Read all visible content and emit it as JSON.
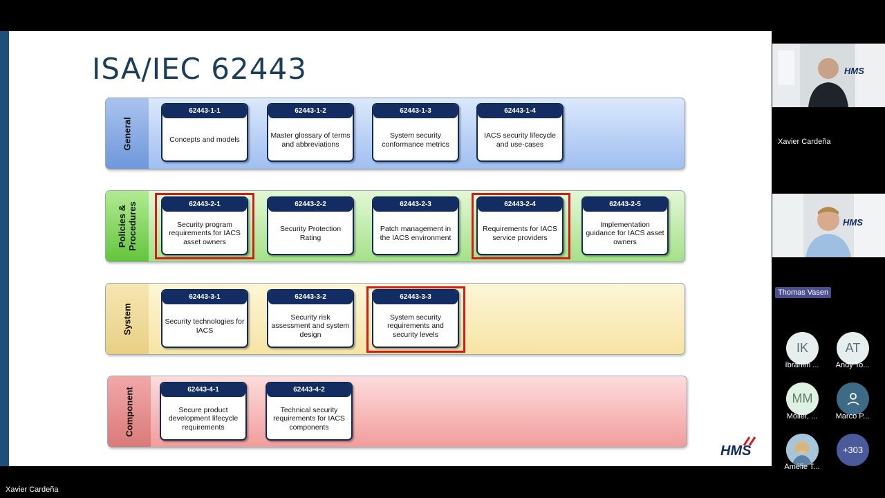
{
  "slide": {
    "title": "ISA/IEC 62443",
    "bands": [
      {
        "label": "General",
        "cards": [
          {
            "id": "62443-1-1",
            "text": "Concepts and models"
          },
          {
            "id": "62443-1-2",
            "text": "Master glossary of terms and abbreviations"
          },
          {
            "id": "62443-1-3",
            "text": "System security conformance metrics"
          },
          {
            "id": "62443-1-4",
            "text": "IACS security lifecycle and use-cases"
          }
        ]
      },
      {
        "label": "Policies &\nProcedures",
        "cards": [
          {
            "id": "62443-2-1",
            "text": "Security program requirements for IACS asset owners"
          },
          {
            "id": "62443-2-2",
            "text": "Security Protection Rating"
          },
          {
            "id": "62443-2-3",
            "text": "Patch management in the IACS environment"
          },
          {
            "id": "62443-2-4",
            "text": "Requirements for IACS service providers"
          },
          {
            "id": "62443-2-5",
            "text": "Implementation guidance for IACS asset owners"
          }
        ]
      },
      {
        "label": "System",
        "cards": [
          {
            "id": "62443-3-1",
            "text": "Security technologies for IACS"
          },
          {
            "id": "62443-3-2",
            "text": "Security risk assessment and system design"
          },
          {
            "id": "62443-3-3",
            "text": "System security requirements and security levels"
          }
        ]
      },
      {
        "label": "Component",
        "cards": [
          {
            "id": "62443-4-1",
            "text": "Secure product development lifecycle requirements"
          },
          {
            "id": "62443-4-2",
            "text": "Technical security requirements for IACS components"
          }
        ]
      }
    ],
    "highlighted": [
      "62443-2-1",
      "62443-2-4",
      "62443-3-3"
    ],
    "logo_text": "HMS"
  },
  "participants": {
    "video1_name": "Xavier Cardeña",
    "video2_name": "Thomas Vasen",
    "avatars": [
      {
        "initials": "IK",
        "name": "Ibrahim ...",
        "bg": "#e6efee",
        "fg": "#5b6f78"
      },
      {
        "initials": "AT",
        "name": "Andy To...",
        "bg": "#e6efee",
        "fg": "#5b6f78"
      },
      {
        "initials": "MM",
        "name": "Möller, ...",
        "bg": "#dff1e3",
        "fg": "#5f7d66"
      },
      {
        "initials": "",
        "name": "Marco P...",
        "bg": "#3d6a86",
        "fg": "#ffffff",
        "icon": "person-icon"
      },
      {
        "initials": "",
        "name": "Amélie T...",
        "bg": "#8fb6cf",
        "fg": "#ffffff",
        "icon": "photo-avatar"
      },
      {
        "initials": "+303",
        "name": "",
        "bg": "#4a5a9a",
        "fg": "#ffffff"
      }
    ]
  },
  "bottom_speaker_name": "Xavier Cardeña"
}
